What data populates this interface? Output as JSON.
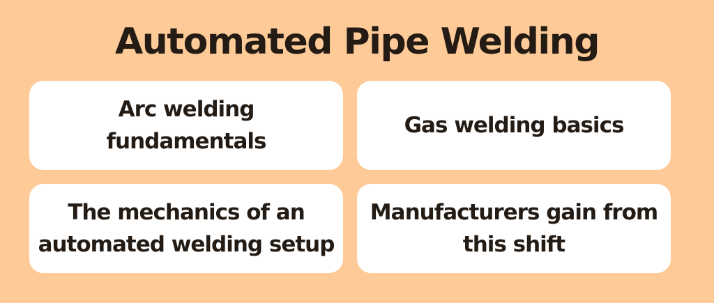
{
  "title": "Automated Pipe Welding",
  "cards": [
    {
      "label": "Arc welding fundamentals"
    },
    {
      "label": "Gas welding basics"
    },
    {
      "label": "The mechanics of an automated welding setup"
    },
    {
      "label": "Manufacturers gain from this shift"
    }
  ],
  "colors": {
    "background": "#FECA97",
    "card": "#FFFFFF",
    "text": "#231B14"
  }
}
